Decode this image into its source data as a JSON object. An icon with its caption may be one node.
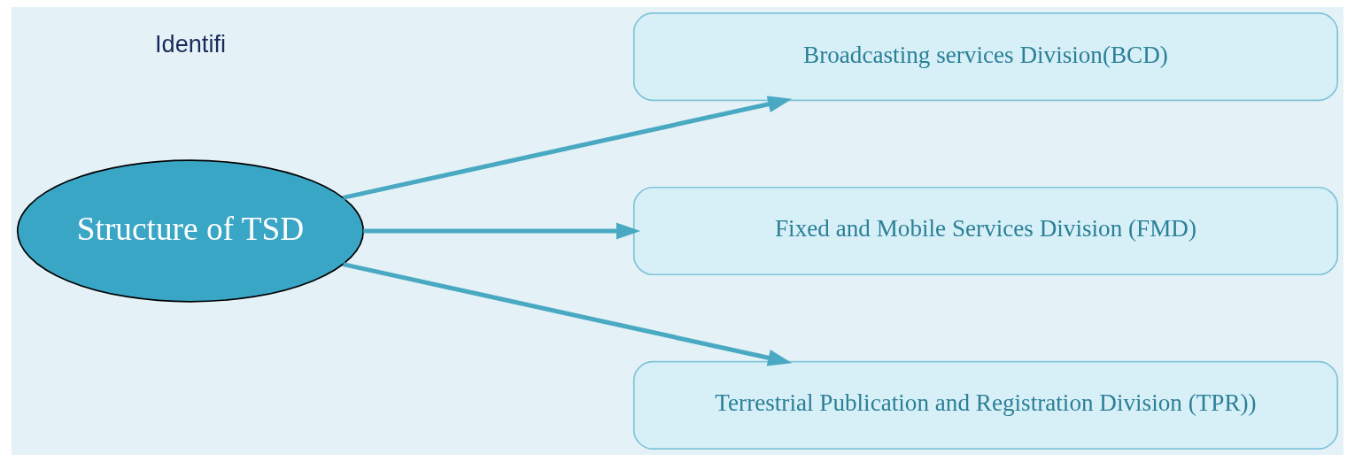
{
  "diagram": {
    "nodes": [
      {
        "text": [
          "Structure of TSD"
        ]
      },
      {
        "text": [
          "Broadcasting services Division(BCD)"
        ]
      },
      {
        "text": [
          "Fixed and Mobile Services Division (FMD)"
        ]
      },
      {
        "text": [
          "Terrestrial Publication and Registration Division (TPR))"
        ]
      }
    ],
    "edges": [
      {
        "from": 0,
        "to": 1,
        "arrow": "to"
      },
      {
        "from": 0,
        "to": 2,
        "arrow": "to"
      },
      {
        "from": 0,
        "to": 3,
        "arrow": "to"
      }
    ],
    "labels": [
      "Identifi"
    ]
  }
}
